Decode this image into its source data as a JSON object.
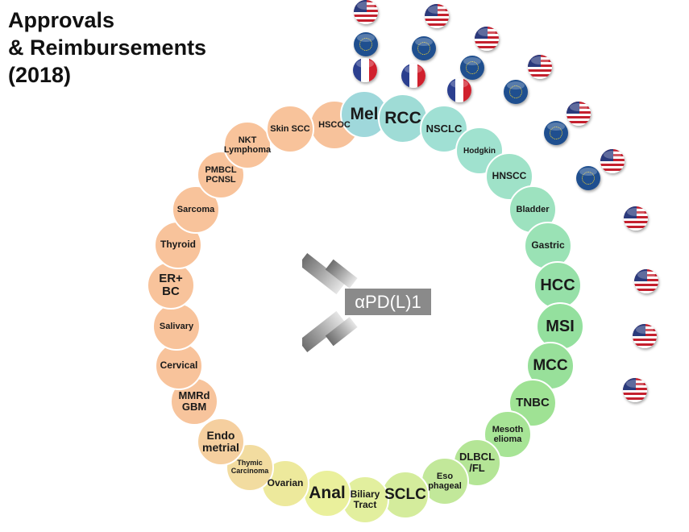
{
  "title": {
    "line1": "Approvals",
    "line2": "& Reimbursements",
    "line3": "(2018)"
  },
  "center_label": "αPD(L)1",
  "indications": [
    {
      "label": "HSCOC",
      "color": "#f7c29b"
    },
    {
      "label": "Mel",
      "color": "#9fd8db"
    },
    {
      "label": "RCC",
      "color": "#9fdcd6"
    },
    {
      "label": "NSCLC",
      "color": "#a0e0d4"
    },
    {
      "label": "Hodgkin",
      "color": "#a0e2cf"
    },
    {
      "label": "HNSCC",
      "color": "#9fe2c8"
    },
    {
      "label": "Bladder",
      "color": "#9de2bf"
    },
    {
      "label": "Gastric",
      "color": "#9ae2b5"
    },
    {
      "label": "HCC",
      "color": "#96e0a8"
    },
    {
      "label": "MSI",
      "color": "#94e09e"
    },
    {
      "label": "MCC",
      "color": "#98e09a"
    },
    {
      "label": "TNBC",
      "color": "#9fe294"
    },
    {
      "label": "Mesoth\nelioma",
      "color": "#a7e496"
    },
    {
      "label": "DLBCL\n/FL",
      "color": "#b4e596"
    },
    {
      "label": "Eso\nphageal",
      "color": "#c2e89a"
    },
    {
      "label": "SCLC",
      "color": "#d4ec9c"
    },
    {
      "label": "Biliary\nTract",
      "color": "#e2ef9e"
    },
    {
      "label": "Anal",
      "color": "#eaf09c"
    },
    {
      "label": "Ovarian",
      "color": "#ede99c"
    },
    {
      "label": "Thymic\nCarcinoma",
      "color": "#f2dca0"
    },
    {
      "label": "Endo\nmetrial",
      "color": "#f5cf9f"
    },
    {
      "label": "MMRd\nGBM",
      "color": "#f7c49c"
    },
    {
      "label": "Cervical",
      "color": "#f8c39b"
    },
    {
      "label": "Salivary",
      "color": "#f8c39b"
    },
    {
      "label": "ER+\nBC",
      "color": "#f8c39b"
    },
    {
      "label": "Thyroid",
      "color": "#f8c39b"
    },
    {
      "label": "Sarcoma",
      "color": "#f8c39b"
    },
    {
      "label": "PMBCL\nPCNSL",
      "color": "#f8c39b"
    },
    {
      "label": "NKT\nLymphoma",
      "color": "#f8c39b"
    },
    {
      "label": "Skin SCC",
      "color": "#f8c39b"
    }
  ],
  "flags": {
    "us": [
      "us-flag",
      "us-flag",
      "us-flag",
      "us-flag",
      "us-flag",
      "us-flag",
      "us-flag",
      "us-flag",
      "us-flag",
      "us-flag"
    ],
    "eu": [
      "eu-flag",
      "eu-flag",
      "eu-flag",
      "eu-flag",
      "eu-flag",
      "eu-flag"
    ],
    "fr": [
      "france-flag",
      "france-flag",
      "france-flag"
    ]
  }
}
